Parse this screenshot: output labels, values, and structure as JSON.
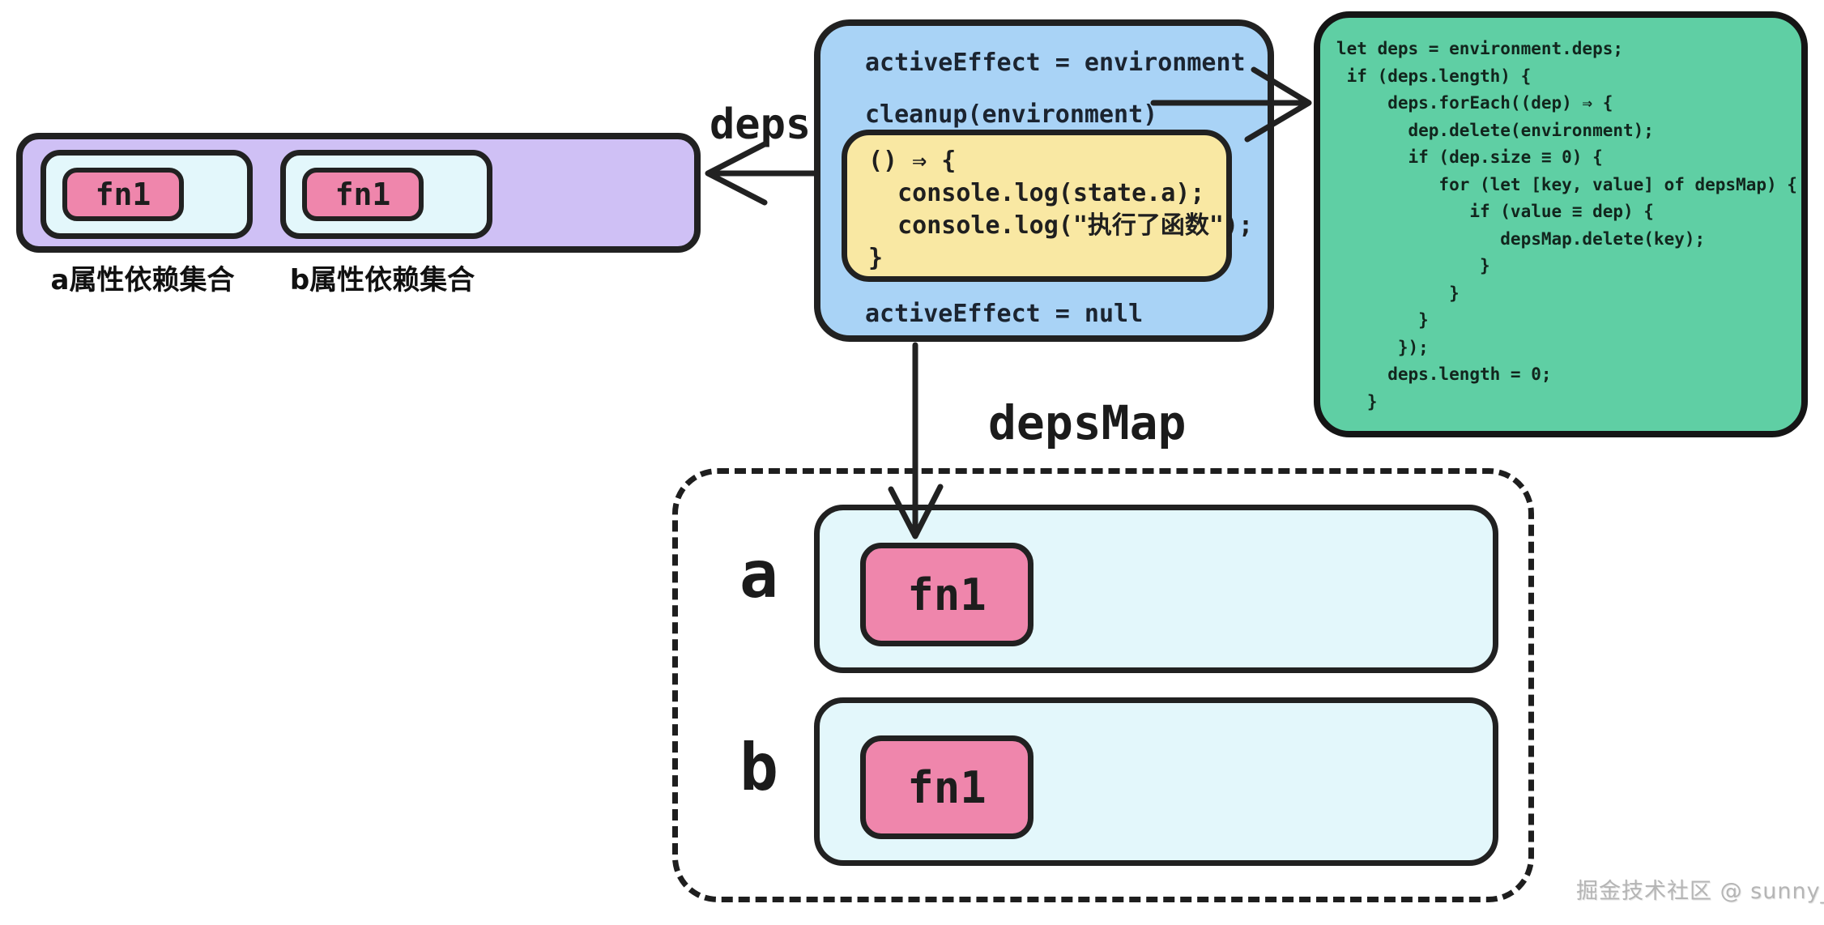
{
  "colors": {
    "purple_panel": "#cfc0f5",
    "cyan_bucket": "#e3f7fb",
    "pink_chip": "#ef86ac",
    "blue_effect_box": "#a9d3f6",
    "yellow_fn_box": "#f9e8a3",
    "green_code_box": "#5fcfa4",
    "stroke": "#212121",
    "watermark_gray": "#b5b5b5"
  },
  "left_panel": {
    "sets": [
      {
        "fn": "fn1",
        "label": "a属性依赖集合"
      },
      {
        "fn": "fn1",
        "label": "b属性依赖集合"
      }
    ]
  },
  "deps_arrow_label": "deps",
  "effect_box": {
    "line1": "activeEffect = environment",
    "line2": "cleanup(environment)",
    "fn_code": "() ⇒ {\n  console.log(state.a);\n  console.log(\"执行了函数\");\n}",
    "line3": "activeEffect = null"
  },
  "cleanup_code": "let deps = environment.deps;\n if (deps.length) {\n     deps.forEach((dep) ⇒ {\n       dep.delete(environment);\n       if (dep.size ≡ 0) {\n          for (let [key, value] of depsMap) {\n             if (value ≡ dep) {\n                depsMap.delete(key);\n              }\n           }\n        }\n      });\n     deps.length = 0;\n   }",
  "deps_map": {
    "title": "depsMap",
    "rows": [
      {
        "key": "a",
        "fn": "fn1"
      },
      {
        "key": "b",
        "fn": "fn1"
      }
    ]
  },
  "watermark": "掘金技术社区 @ sunny_"
}
